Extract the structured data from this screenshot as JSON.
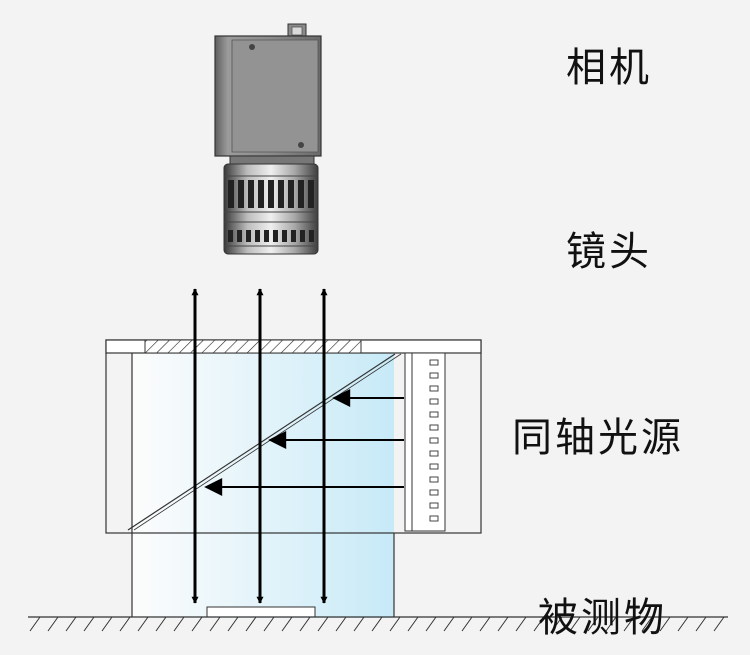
{
  "labels": {
    "camera": "相机",
    "lens": "镜头",
    "coaxial_light": "同轴光源",
    "object": "被测物"
  },
  "colors": {
    "background": "#f3f3f3",
    "camera_body": "#8a8a8a",
    "light_panel": "#d6f0fb",
    "arrow": "#000000"
  },
  "icons": {
    "camera": "industrial-camera-icon",
    "lens": "lens-icon"
  }
}
